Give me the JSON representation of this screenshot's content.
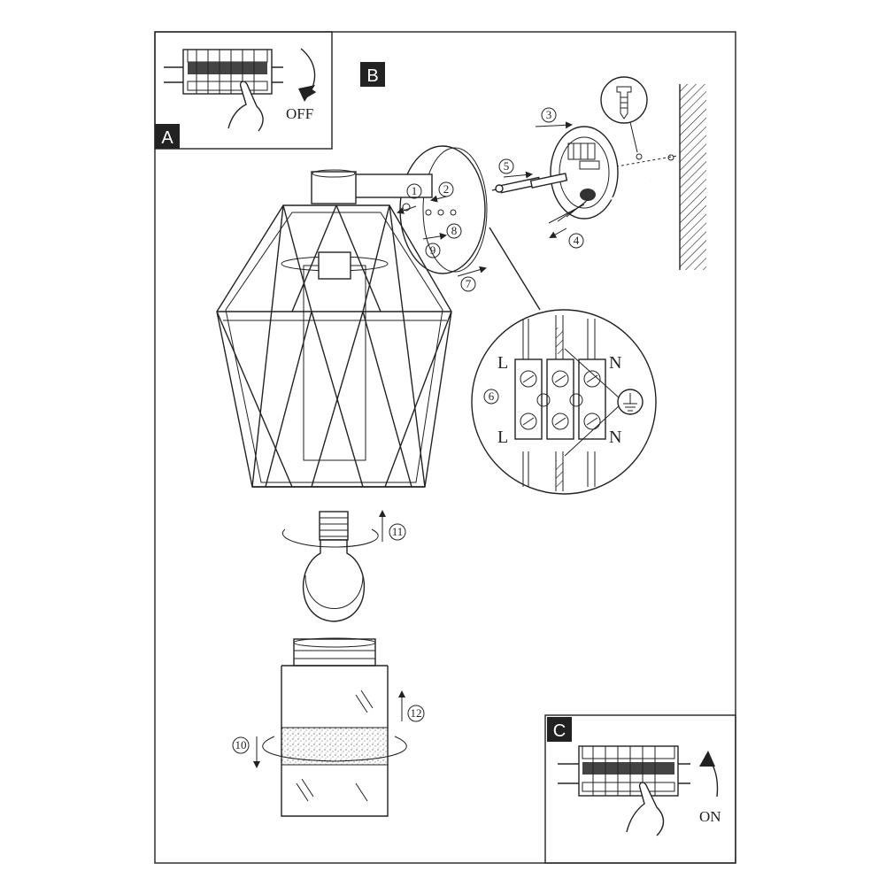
{
  "panels": {
    "a": {
      "label": "A",
      "switch_text": "OFF"
    },
    "b": {
      "label": "B"
    },
    "c": {
      "label": "C",
      "switch_text": "ON"
    }
  },
  "steps": [
    "1",
    "2",
    "3",
    "4",
    "5",
    "6",
    "7",
    "8",
    "9",
    "10",
    "11",
    "12"
  ],
  "wiring": {
    "live": "L",
    "neutral": "N"
  },
  "icons": [
    "circuit-breaker-icon",
    "hand-icon",
    "wall-plug-icon",
    "earth-ground-icon",
    "light-bulb-icon"
  ]
}
